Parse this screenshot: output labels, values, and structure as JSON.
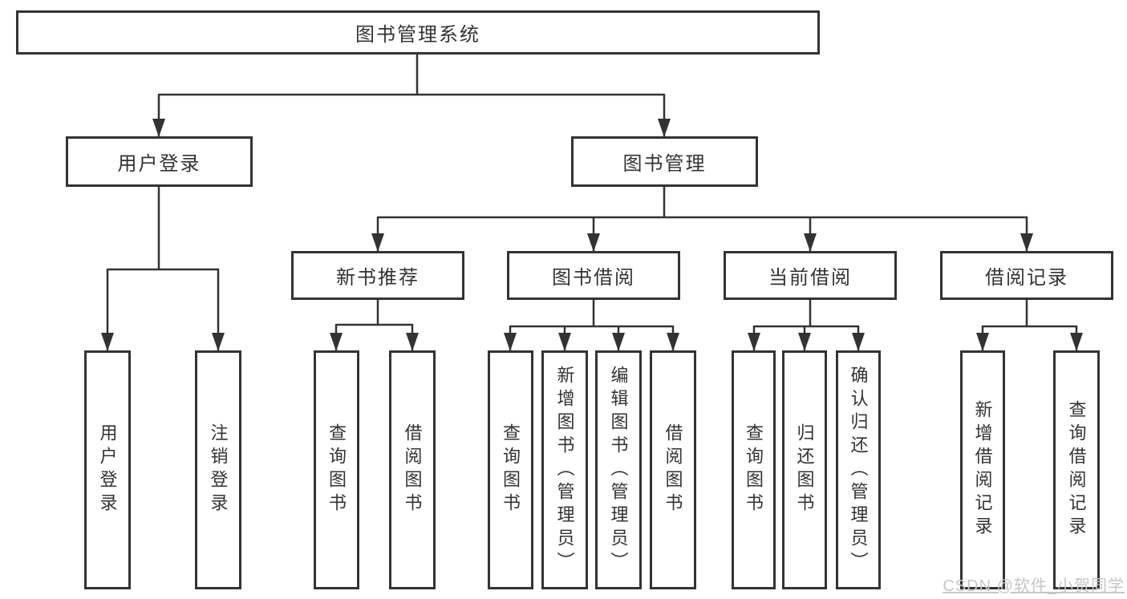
{
  "tree": {
    "root": {
      "label": "图书管理系统"
    },
    "level2": [
      {
        "id": "user-login",
        "label": "用户登录"
      },
      {
        "id": "book-management",
        "label": "图书管理"
      }
    ],
    "level3": [
      {
        "id": "new-book-recommend",
        "parent": "图书管理",
        "label": "新书推荐"
      },
      {
        "id": "book-borrow",
        "parent": "图书管理",
        "label": "图书借阅"
      },
      {
        "id": "current-borrow",
        "parent": "图书管理",
        "label": "当前借阅"
      },
      {
        "id": "borrow-records",
        "parent": "图书管理",
        "label": "借阅记录"
      }
    ],
    "leaves": [
      {
        "parent": "用户登录",
        "label": "用户登录"
      },
      {
        "parent": "用户登录",
        "label": "注销登录"
      },
      {
        "parent": "新书推荐",
        "label": "查询图书"
      },
      {
        "parent": "新书推荐",
        "label": "借阅图书"
      },
      {
        "parent": "图书借阅",
        "label": "查询图书"
      },
      {
        "parent": "图书借阅",
        "label": "新增图书（管理员）"
      },
      {
        "parent": "图书借阅",
        "label": "编辑图书（管理员）"
      },
      {
        "parent": "图书借阅",
        "label": "借阅图书"
      },
      {
        "parent": "当前借阅",
        "label": "查询图书"
      },
      {
        "parent": "当前借阅",
        "label": "归还图书"
      },
      {
        "parent": "当前借阅",
        "label": "确认归还（管理员）"
      },
      {
        "parent": "借阅记录",
        "label": "新增借阅记录"
      },
      {
        "parent": "借阅记录",
        "label": "查询借阅记录"
      }
    ]
  },
  "watermark": {
    "text": "CSDN @软件_小贺同学"
  },
  "colors": {
    "line": "#333333",
    "text": "#333333",
    "box_background": "#ffffff",
    "page_background": "#ffffff",
    "watermark": "#c6c6c6"
  }
}
